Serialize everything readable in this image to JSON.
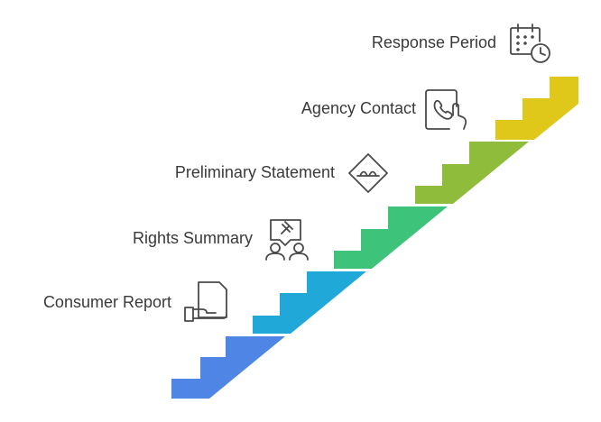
{
  "steps": [
    {
      "label": "Consumer Report",
      "color": "#4f86e6",
      "icon": "document-in-hand-icon"
    },
    {
      "label": "Rights Summary",
      "color": "#1fa8d8",
      "icon": "people-discussion-gavel-icon"
    },
    {
      "label": "Preliminary Statement",
      "color": "#3dc47a",
      "icon": "road-bump-sign-icon"
    },
    {
      "label": "Agency Contact",
      "color": "#8fbc3a",
      "icon": "phone-tap-icon"
    },
    {
      "label": "Response Period",
      "color": "#e0c81a",
      "icon": "calendar-clock-icon"
    }
  ]
}
